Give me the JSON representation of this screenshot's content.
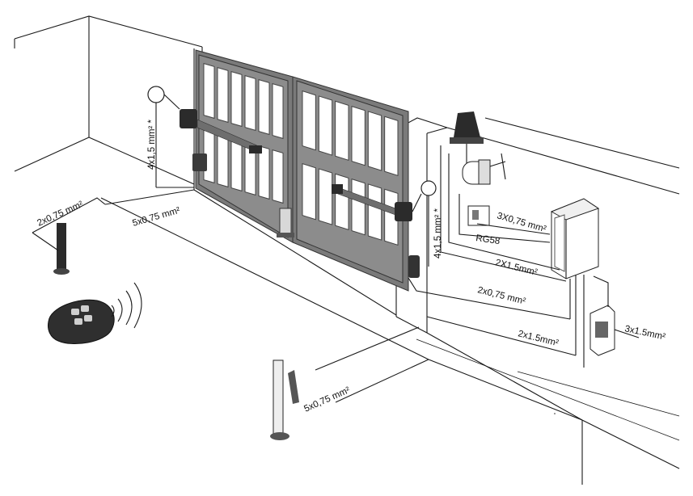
{
  "labels": {
    "cable_left_vertical": "4x1,5 mm² *",
    "cable_left_ground": "2x0,75 mm²",
    "cable_left_gate": "5x0,75 mm²",
    "cable_right_vertical": "4x1,5 mm² *",
    "cable_blinker": "3X0,75 mm²",
    "cable_antenna": "RG58",
    "cable_motor_right": "2X1.5mm²",
    "cable_photocell": "2x0,75 mm²",
    "cable_lock": "2x1.5mm²",
    "cable_mains": "3x1.5mm²",
    "cable_right_post": "5x0,75 mm²"
  },
  "colors": {
    "line": "#1a1a1a",
    "gate": "#7a7a7a",
    "device": "#2b2b2b"
  }
}
